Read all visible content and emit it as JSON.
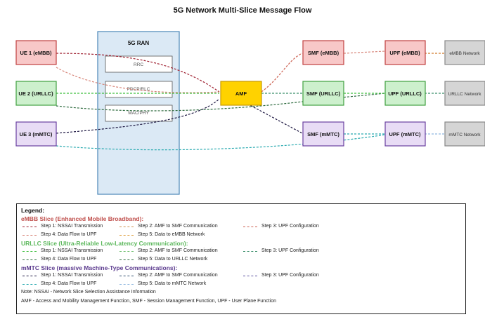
{
  "title": "5G Network Multi-Slice Message Flow",
  "colors": {
    "embb": "#b03030",
    "embb_light": "#d8867a",
    "embb_step3": "#cc5f4f",
    "embb_step5": "#d07a2a",
    "urllc": "#3fbf3f",
    "urllc_dark": "#2e6b3f",
    "urllc_teal": "#3a8f6a",
    "mmtc": "#1b1540",
    "mmtc_teal": "#2aaab0",
    "mmtc_purple": "#5a4fa0"
  },
  "ues": [
    {
      "label": "UE 1 (eMBB)"
    },
    {
      "label": "UE 2 (URLLC)"
    },
    {
      "label": "UE 3 (mMTC)"
    }
  ],
  "ran": {
    "title": "5G RAN",
    "layers": [
      "RRC",
      "PDCP/RLC",
      "MAC/PHY"
    ]
  },
  "amf": {
    "label": "AMF"
  },
  "smfs": [
    {
      "label": "SMF (eMBB)"
    },
    {
      "label": "SMF (URLLC)"
    },
    {
      "label": "SMF (mMTC)"
    }
  ],
  "upfs": [
    {
      "label": "UPF (eMBB)"
    },
    {
      "label": "UPF (URLLC)"
    },
    {
      "label": "UPF (mMTC)"
    }
  ],
  "networks": [
    {
      "label": "eMBB Network"
    },
    {
      "label": "URLLC Network"
    },
    {
      "label": "mMTC Network"
    }
  ],
  "legend": {
    "title": "Legend:",
    "slices": [
      {
        "header": "eMBB Slice (Enhanced Mobile Broadband):",
        "items": [
          "Step 1: NSSAI Transmission",
          "Step 2: AMF to SMF Communication",
          "Step 3: UPF Configuration",
          "Step 4: Data Flow to UPF",
          "Step 5: Data to eMBB Network"
        ]
      },
      {
        "header": "URLLC Slice (Ultra-Reliable Low-Latency Communication):",
        "items": [
          "Step 1: NSSAI Transmission",
          "Step 2: AMF to SMF Communication",
          "Step 3: UPF Configuration",
          "Step 4: Data Flow to UPF",
          "Step 5: Data to URLLC Network"
        ]
      },
      {
        "header": "mMTC Slice (massive Machine-Type Communications):",
        "items": [
          "Step 1: NSSAI Transmission",
          "Step 2: AMF to SMF Communication",
          "Step 3: UPF Configuration",
          "Step 4: Data Flow to UPF",
          "Step 5: Data to mMTC Network"
        ]
      }
    ],
    "notes": [
      "Note: NSSAI - Network Slice Selection Assistance Information",
      "AMF - Access and Mobility Management Function, SMF - Session Management Function, UPF - User Plane Function"
    ]
  }
}
